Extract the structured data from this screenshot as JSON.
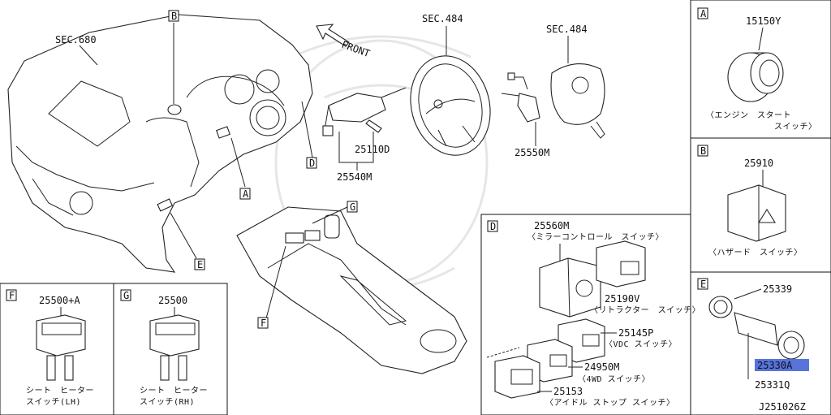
{
  "diagram_id": "J251026Z",
  "front_label": "FRONT",
  "main": {
    "sec_680": "SEC.680",
    "sec_484_a": "SEC.484",
    "sec_484_b": "SEC.484",
    "p_25110D": "25110D",
    "p_25540M": "25540M",
    "p_25550M": "25550M",
    "callouts": [
      "B",
      "D",
      "A",
      "G",
      "E",
      "F"
    ]
  },
  "panel_a": {
    "letter": "A",
    "part": "15150Y",
    "desc_1": "〈エンジン　スタート",
    "desc_2": "スイッチ〉"
  },
  "panel_b": {
    "letter": "B",
    "part": "25910",
    "desc": "〈ハザード　スイッチ〉"
  },
  "panel_d": {
    "letter": "D",
    "p_25560M": "25560M",
    "d_25560M": "〈ミラーコントロール　スイッチ〉",
    "p_25190V": "25190V",
    "d_25190V": "〈リトラクター　スイッチ〉",
    "p_25145P": "25145P",
    "d_25145P": "〈VDC スイッチ〉",
    "p_24950M": "24950M",
    "d_24950M": "〈4WD スイッチ〉",
    "p_25153": "25153",
    "d_25153": "〈アイドル ストップ スイッチ〉"
  },
  "panel_e": {
    "letter": "E",
    "p_25339": "25339",
    "p_25330A": "25330A",
    "p_25331Q": "25331Q",
    "highlight_color": "#3a5bd6"
  },
  "panel_f": {
    "letter": "F",
    "part": "25500+A",
    "desc_1": "シート　ヒーター",
    "desc_2": "スイッチ(LH)"
  },
  "panel_g": {
    "letter": "G",
    "part": "25500",
    "desc_1": "シート　ヒーター",
    "desc_2": "スイッチ(RH)"
  }
}
